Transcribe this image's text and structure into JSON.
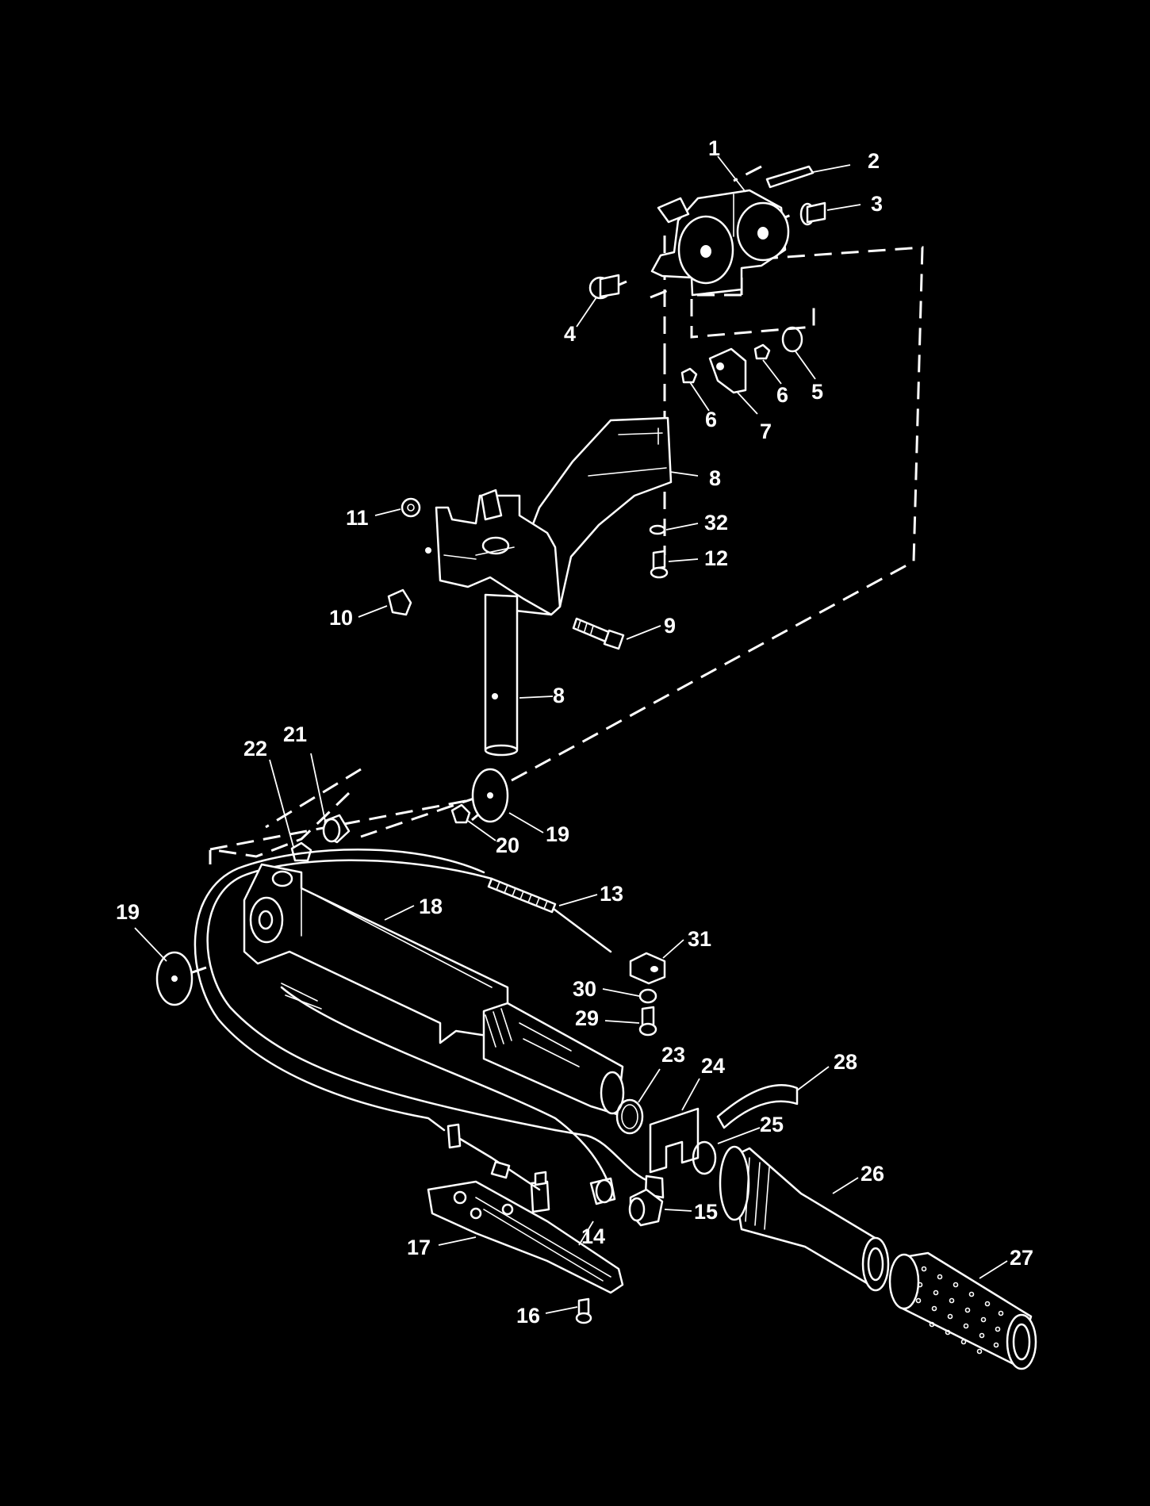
{
  "callouts": [
    {
      "id": "c1",
      "text": "1"
    },
    {
      "id": "c2",
      "text": "2"
    },
    {
      "id": "c3",
      "text": "3"
    },
    {
      "id": "c4",
      "text": "4"
    },
    {
      "id": "c5",
      "text": "5"
    },
    {
      "id": "c6a",
      "text": "6"
    },
    {
      "id": "c6b",
      "text": "6"
    },
    {
      "id": "c7",
      "text": "7"
    },
    {
      "id": "c8a",
      "text": "8"
    },
    {
      "id": "c32",
      "text": "32"
    },
    {
      "id": "c11",
      "text": "11"
    },
    {
      "id": "c12",
      "text": "12"
    },
    {
      "id": "c10",
      "text": "10"
    },
    {
      "id": "c9",
      "text": "9"
    },
    {
      "id": "c8b",
      "text": "8"
    },
    {
      "id": "c22",
      "text": "22"
    },
    {
      "id": "c21",
      "text": "21"
    },
    {
      "id": "c20",
      "text": "20"
    },
    {
      "id": "c19a",
      "text": "19"
    },
    {
      "id": "c19b",
      "text": "19"
    },
    {
      "id": "c18",
      "text": "18"
    },
    {
      "id": "c13",
      "text": "13"
    },
    {
      "id": "c31",
      "text": "31"
    },
    {
      "id": "c30",
      "text": "30"
    },
    {
      "id": "c29",
      "text": "29"
    },
    {
      "id": "c23",
      "text": "23"
    },
    {
      "id": "c24",
      "text": "24"
    },
    {
      "id": "c28",
      "text": "28"
    },
    {
      "id": "c25",
      "text": "25"
    },
    {
      "id": "c26",
      "text": "26"
    },
    {
      "id": "c15",
      "text": "15"
    },
    {
      "id": "c14",
      "text": "14"
    },
    {
      "id": "c17",
      "text": "17"
    },
    {
      "id": "c27",
      "text": "27"
    },
    {
      "id": "c16",
      "text": "16"
    }
  ]
}
